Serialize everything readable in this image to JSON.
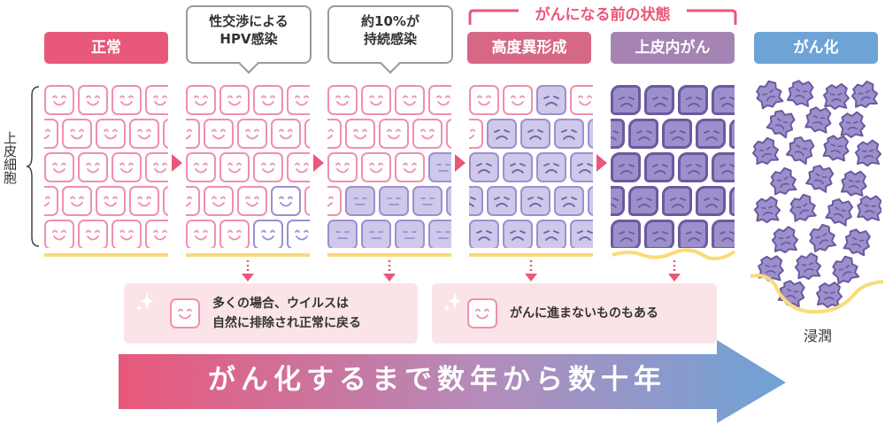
{
  "bracket": {
    "label": "がんになる前の状態"
  },
  "stages": [
    {
      "label": "正常",
      "color": "#e8587a"
    },
    {
      "label": "高度異形成",
      "color": "#d76885"
    },
    {
      "label": "上皮内がん",
      "color": "#a584b4"
    },
    {
      "label": "がん化",
      "color": "#6ea3d6"
    }
  ],
  "bubbles": [
    {
      "line1": "性交渉による",
      "line2": "HPV感染"
    },
    {
      "line1": "約10%が",
      "line2": "持続感染"
    }
  ],
  "side_label": "上皮細胞",
  "notes": [
    {
      "line1": "多くの場合、ウイルスは",
      "line2": "自然に排除され正常に戻る"
    },
    {
      "line1": "がんに進まないものもある"
    }
  ],
  "invasion_label": "浸潤",
  "arrow_text": "がん化するまで数年から数十年",
  "colors": {
    "pink_border": "#f08fb1",
    "lavender_fill": "#cfc8ea",
    "lavender_border": "#9d8fd0",
    "purple_fill": "#9c8fcb",
    "purple_border": "#6b5a9f",
    "arrow_start": "#e8587a",
    "arrow_end": "#6ea3d6"
  }
}
